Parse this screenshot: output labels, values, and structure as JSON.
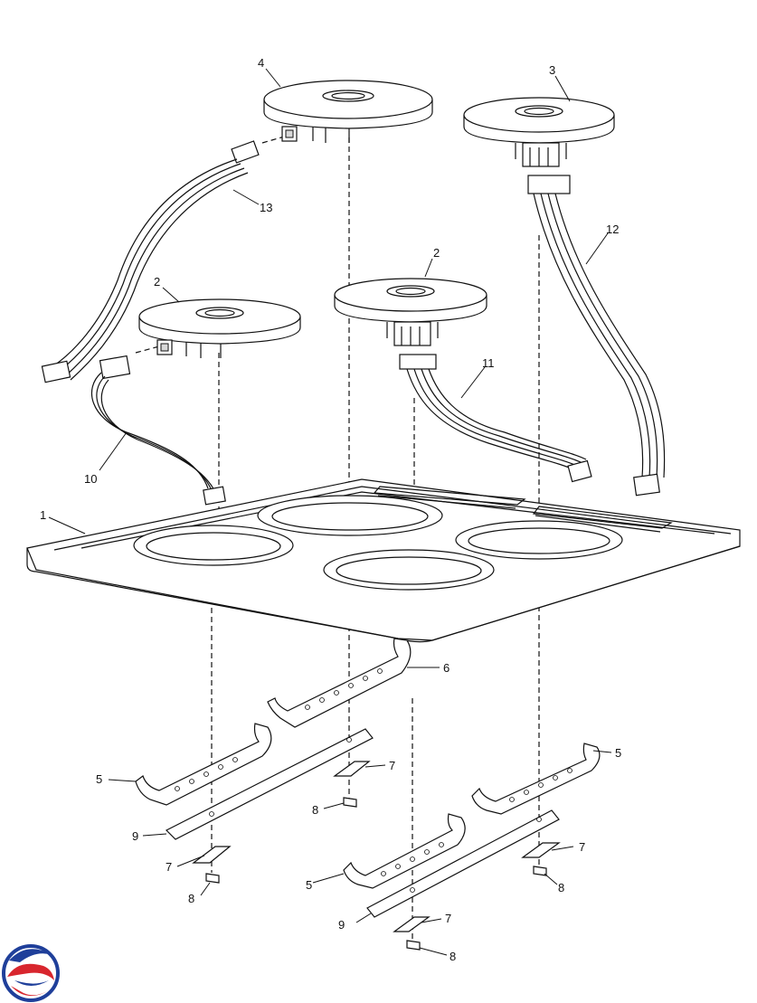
{
  "callouts": {
    "c1": "1",
    "c2a": "2",
    "c2b": "2",
    "c3": "3",
    "c4": "4",
    "c5a": "5",
    "c5b": "5",
    "c5c": "5",
    "c6": "6",
    "c7a": "7",
    "c7b": "7",
    "c7c": "7",
    "c7d": "7",
    "c8a": "8",
    "c8b": "8",
    "c8c": "8",
    "c8d": "8",
    "c9a": "9",
    "c9b": "9",
    "c10": "10",
    "c11": "11",
    "c12": "12",
    "c13": "13"
  },
  "logo": {
    "colors": [
      "#1f3f9a",
      "#d8262e"
    ]
  }
}
